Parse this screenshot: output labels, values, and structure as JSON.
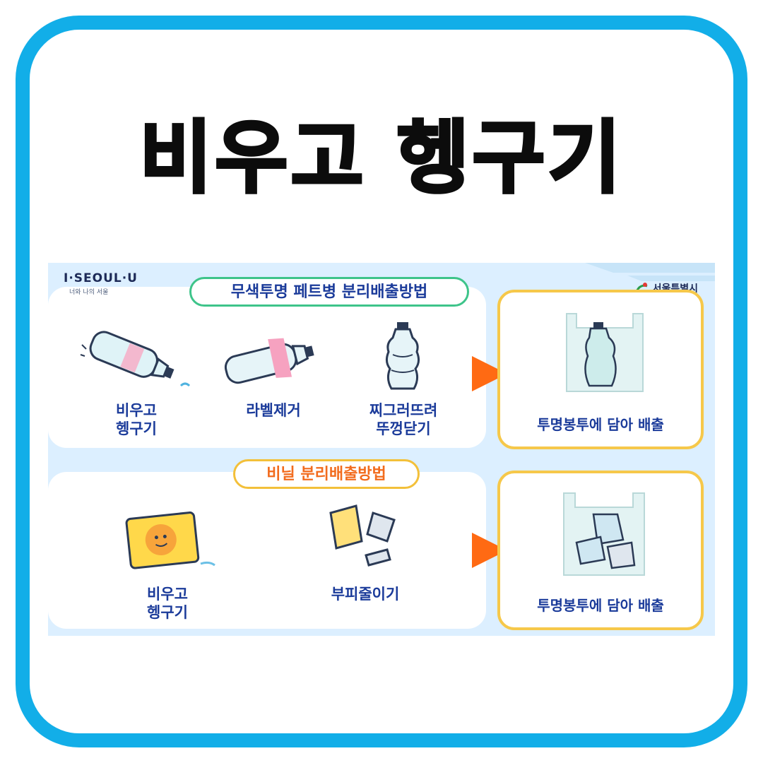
{
  "title": "비우고 헹구기",
  "poster": {
    "brand_logo": "I·SEOUL·U",
    "brand_slogan": "너와 나의 서울",
    "city_name": "서울특별시",
    "pet": {
      "heading": "무색투명 페트병 분리배출방법",
      "steps": [
        {
          "label_line1": "비우고",
          "label_line2": "헹구기",
          "icon": "rinse-bottle-icon"
        },
        {
          "label_line1": "라벨제거",
          "label_line2": "",
          "icon": "remove-label-icon"
        },
        {
          "label_line1": "찌그러뜨려",
          "label_line2": "뚜껑닫기",
          "icon": "crush-bottle-icon"
        }
      ],
      "result": "투명봉투에 담아 배출",
      "result_icon": "clear-bag-with-bottles-icon"
    },
    "vinyl": {
      "heading": "비닐 분리배출방법",
      "steps": [
        {
          "label_line1": "비우고",
          "label_line2": "헹구기",
          "icon": "rinse-snack-bag-icon"
        },
        {
          "label_line1": "부피줄이기",
          "label_line2": "",
          "icon": "fold-vinyl-icon"
        }
      ],
      "result": "투명봉투에 담아 배출",
      "result_icon": "clear-bag-with-vinyl-icon"
    },
    "colors": {
      "frame": "#12aee8",
      "pet_border": "#3ec48a",
      "vinyl_border": "#f3c03a",
      "arrow": "#ff6a13",
      "text_blue": "#1b3b9a"
    }
  }
}
